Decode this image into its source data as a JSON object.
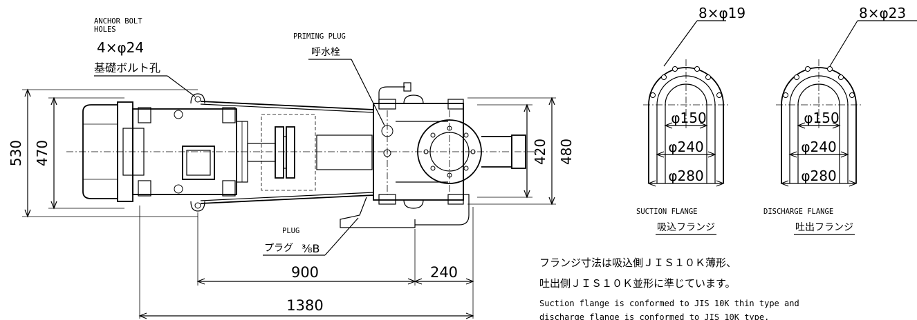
{
  "callouts": {
    "anchor_bolt": {
      "label_en_1": "ANCHOR BOLT",
      "label_en_2": "HOLES",
      "count": "4×φ24",
      "label_jp": "基礎ボルト孔"
    },
    "priming_plug": {
      "label_en": "PRIMING PLUG",
      "label_jp": "呼水栓"
    },
    "plug": {
      "label_en": "PLUG",
      "label_jp": "プラグ",
      "size": "⅜B"
    }
  },
  "dimensions": {
    "height_530": "530",
    "height_470": "470",
    "height_420": "420",
    "height_480": "480",
    "length_900": "900",
    "length_240": "240",
    "length_1380": "1380"
  },
  "flanges": {
    "suction": {
      "holes": "8×φ19",
      "d_inner": "φ150",
      "d_pcd": "φ240",
      "d_outer": "φ280",
      "label_en": "SUCTION FLANGE",
      "label_jp": "吸込フランジ"
    },
    "discharge": {
      "holes": "8×φ23",
      "d_inner": "φ150",
      "d_pcd": "φ240",
      "d_outer": "φ280",
      "label_en": "DISCHARGE FLANGE",
      "label_jp": "吐出フランジ"
    }
  },
  "notes": {
    "jp_line1": "フランジ寸法は吸込側ＪＩＳ１０Ｋ薄形、",
    "jp_line2": "吐出側ＪＩＳ１０Ｋ並形に準じています。",
    "en_line1": "Suction flange is conformed to JIS 10K thin type and",
    "en_line2": "discharge flange is conformed to JIS 10K type."
  }
}
